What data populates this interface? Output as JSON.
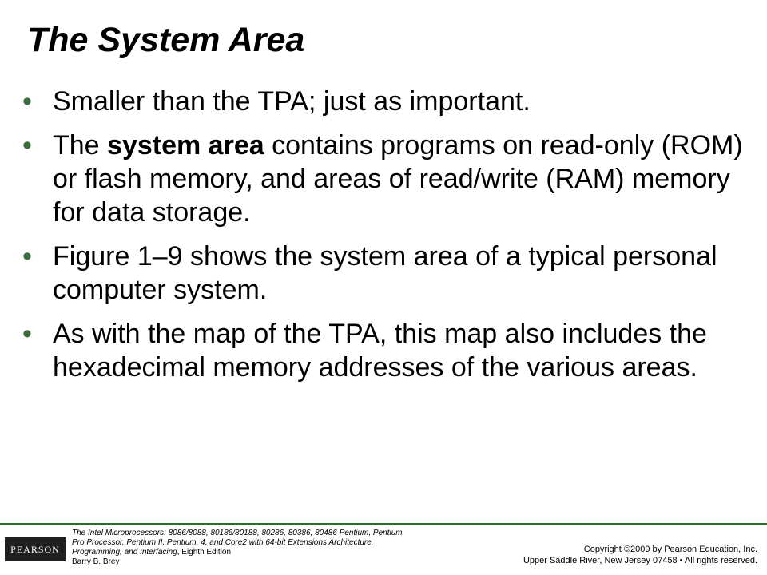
{
  "slide": {
    "title": "The System Area",
    "bullet_glyph": "•",
    "bullets": [
      {
        "text": "Smaller than the TPA; just as important."
      },
      {
        "text_before": "The ",
        "bold": "system area",
        "text_after": " contains programs on read-only (ROM) or flash memory, and areas of read/write (RAM) memory for data storage."
      },
      {
        "text": "Figure 1–9 shows the system area of a typical personal computer system."
      },
      {
        "text": "As with the map of the TPA, this map also includes the hexadecimal memory addresses of the various areas."
      }
    ]
  },
  "footer": {
    "logo_text": "PEARSON",
    "book_title_part1": "The Intel Microprocessors: 8086/8088, 80186/80188, 80286, 80386, 80486 Pentium, Pentium Pro Processor, Pentium II, Pentium, 4, and Core2 with 64-bit Extensions Architecture, Programming, and Interfacing",
    "book_edition": ", Eighth Edition",
    "author": "Barry B. Brey",
    "copyright_line1": "Copyright ©2009 by Pearson Education, Inc.",
    "copyright_line2": "Upper Saddle River, New Jersey 07458 • All rights reserved.",
    "colors": {
      "rule": "#2e6b2e",
      "bullet": "#3b6e3b",
      "logo_bg": "#1f1f1f"
    }
  }
}
